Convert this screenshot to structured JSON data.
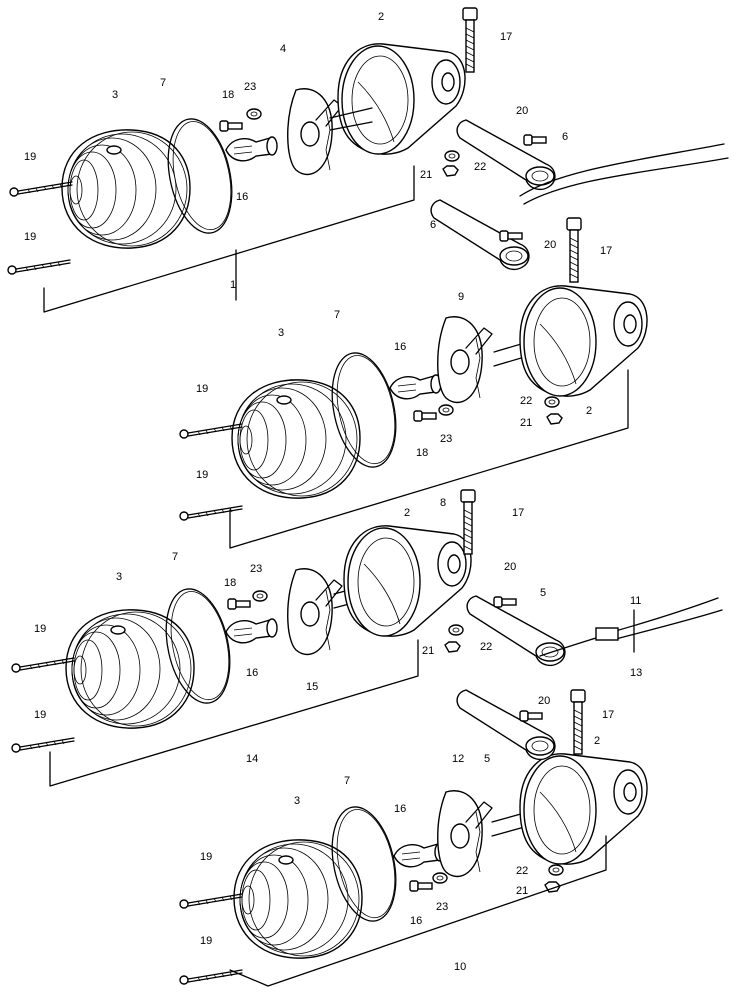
{
  "diagram": {
    "background": "#ffffff",
    "ink": "#000000",
    "assemblies": [
      {
        "id": "front-right",
        "labels": {
          "housing": "2",
          "lens": "3",
          "socket": "4",
          "bracket": "6",
          "gasket": "7",
          "bulb": "16",
          "bolt": "17",
          "screw_18": "18",
          "screw_19a": "19",
          "screw_19b": "19",
          "screw_20": "20",
          "nut": "21",
          "washer_22": "22",
          "washer_23": "23",
          "assembly": "1"
        }
      },
      {
        "id": "front-left",
        "labels": {
          "housing": "2",
          "lens": "3",
          "socket": "9",
          "bracket": "6",
          "gasket": "7",
          "bulb": "16",
          "bolt": "17",
          "screw_18": "18",
          "screw_19a": "19",
          "screw_19b": "19",
          "screw_20": "20",
          "nut": "21",
          "washer_22": "22",
          "washer_23": "23",
          "assembly": "8"
        }
      },
      {
        "id": "rear-right",
        "labels": {
          "housing": "2",
          "lens": "3",
          "socket": "15",
          "bracket": "5",
          "gasket": "7",
          "bulb": "16",
          "bolt": "17",
          "screw_18": "18",
          "screw_19a": "19",
          "screw_19b": "19",
          "screw_20": "20",
          "nut": "21",
          "washer_22": "22",
          "washer_23": "23",
          "assembly": "14",
          "wire_11": "11",
          "wire_13": "13"
        }
      },
      {
        "id": "rear-left",
        "labels": {
          "housing": "2",
          "lens": "3",
          "socket": "12",
          "bracket": "5",
          "gasket": "7",
          "bulb": "16",
          "bolt": "17",
          "screw_18": "16",
          "screw_19a": "19",
          "screw_19b": "19",
          "screw_20": "20",
          "nut": "21",
          "washer_22": "22",
          "washer_23": "23",
          "assembly": "10"
        }
      }
    ]
  }
}
